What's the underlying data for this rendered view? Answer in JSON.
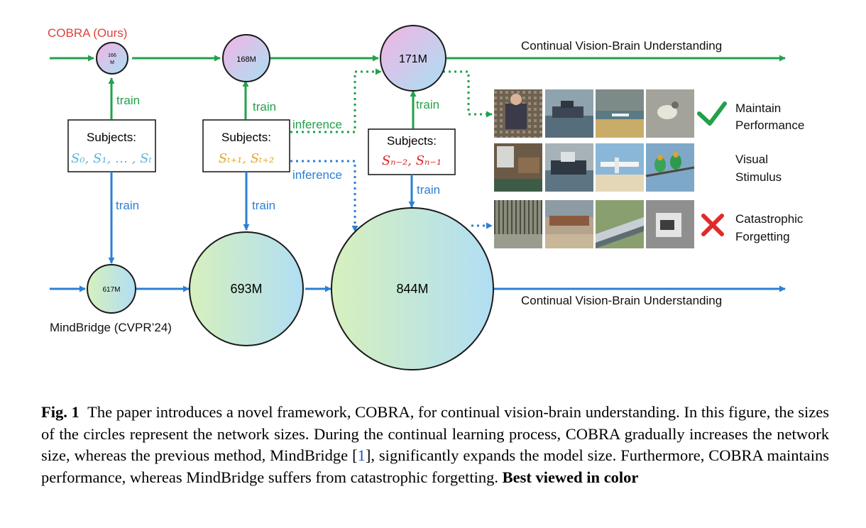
{
  "colors": {
    "green": "#22a14a",
    "blue": "#2b7fd6",
    "cobra_label": "#e0413a",
    "cross": "#e02a2a",
    "subj_cyan": "#5ab8dc",
    "subj_yellow": "#e3aa28",
    "subj_red": "#d8282a"
  },
  "cobra": {
    "label": "COBRA (Ours)",
    "nodes": [
      "166 M",
      "168M",
      "171M"
    ],
    "output": "Continual Vision-Brain Understanding"
  },
  "mindbridge": {
    "label": "MindBridge (CVPR’24)",
    "nodes": [
      "617M",
      "693M",
      "844M"
    ],
    "output": "Continual Vision-Brain Understanding"
  },
  "subjects": [
    {
      "title": "Subjects:",
      "set": "S₀, S₁, … , Sₜ"
    },
    {
      "title": "Subjects:",
      "set": "Sₜ₊₁, Sₜ₊₂"
    },
    {
      "title": "Subjects:",
      "set": "Sₙ₋₂, Sₙ₋₁"
    }
  ],
  "edge_labels": {
    "train": "train",
    "inference": "inference"
  },
  "results": {
    "maintain": "Maintain Performance",
    "visual": "Visual Stimulus",
    "forget": "Catastrophic Forgetting",
    "maintain_icon": "checkmark-icon",
    "forget_icon": "cross-icon"
  },
  "caption": {
    "fig": "Fig. 1",
    "t1": "The paper introduces a novel framework, COBRA, for continual vision-brain understanding. In this figure, the sizes of the circles represent the network sizes. During the continual learning process, COBRA gradually increases the network size, whereas the previous method, MindBridge [",
    "ref": "1",
    "t2": "], significantly expands the model size. Furthermore, COBRA maintains performance, whereas MindBridge suffers from catastrophic forgetting.",
    "bold": "Best viewed in color"
  }
}
